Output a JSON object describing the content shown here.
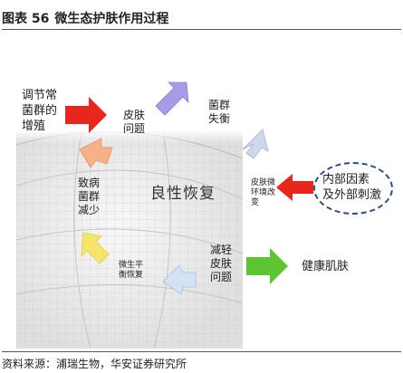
{
  "figure": {
    "number": "图表 56",
    "caption": "微生态护肤作用过程"
  },
  "nodes": {
    "regulate": [
      "调节常",
      "菌群的",
      "增殖"
    ],
    "skin_issue": [
      "皮肤",
      "问题"
    ],
    "imbalance": [
      "菌群",
      "失衡"
    ],
    "pathogen": [
      "致病",
      "菌群",
      "减少"
    ],
    "center": "良性恢复",
    "env_change": [
      "皮肤微",
      "环境改",
      "变"
    ],
    "stimulus": [
      "内部因素",
      "及外部刺激"
    ],
    "eco_recover": [
      "微生平",
      "衡恢复"
    ],
    "reduce_issue": [
      "减轻",
      "皮肤",
      "问题"
    ],
    "healthy": "健康肌肤"
  },
  "colors": {
    "red_arrow": "#e8261c",
    "green_arrow": "#5cc531",
    "purple_arrow": "#a89be6",
    "blue_arrow": "#9fc0e8",
    "orange_arrow": "#f7b189",
    "yellow_arrow": "#f5e56b",
    "ellipse": "#2b4c8c"
  },
  "source": "资料来源：浦瑞生物，华安证券研究所"
}
